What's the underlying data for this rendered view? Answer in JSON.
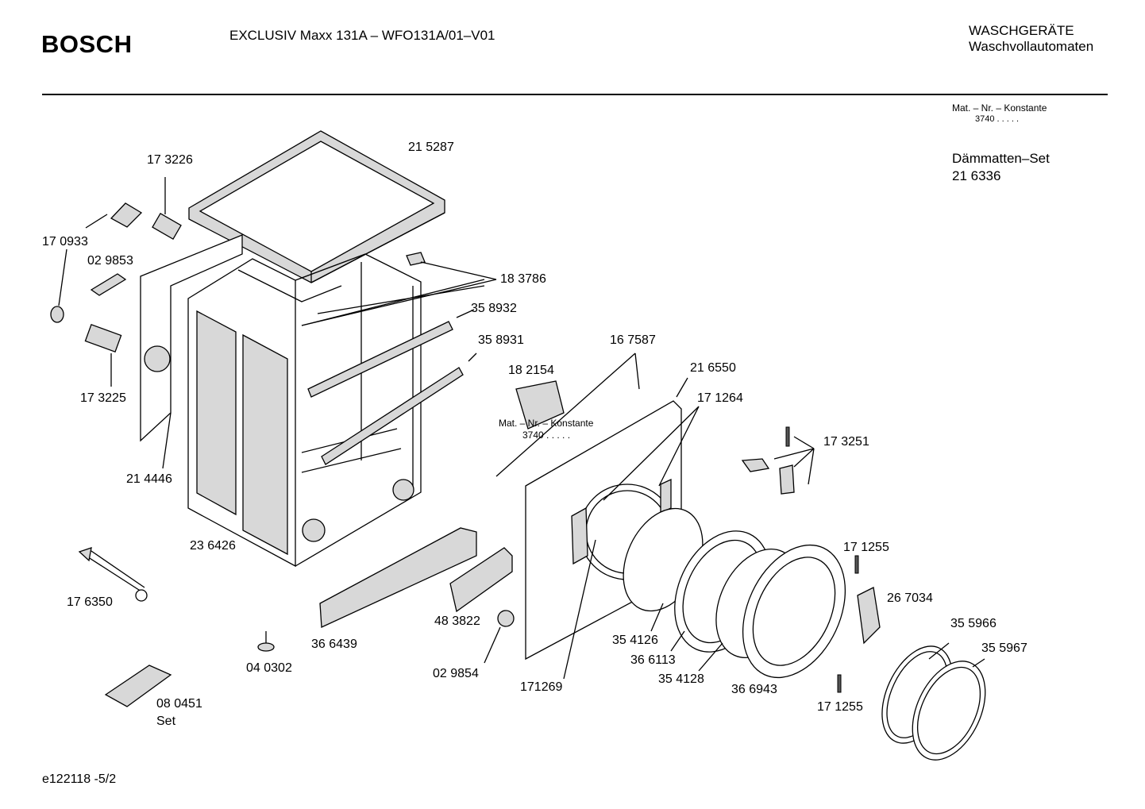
{
  "header": {
    "brand": "BOSCH",
    "model": "EXCLUSIV Maxx 131A – WFO131A/01–V01",
    "category_line1": "WASCHGERÄTE",
    "category_line2": "Waschvollautomaten"
  },
  "notes": {
    "mat_konstante_label": "Mat. – Nr. – Konstante",
    "mat_konstante_value": "3740  .  .  .  .  .",
    "insulation_set_label": "Dämmatten–Set",
    "insulation_set_number": "21 6336",
    "overlay_mat_label": "Mat. – Nr. – Konstante",
    "overlay_mat_value": "3740  .  .  .  .  ."
  },
  "footer": {
    "drawing_id": "e122118 -5/2"
  },
  "parts": [
    {
      "id": "p215287",
      "number": "21 5287"
    },
    {
      "id": "p173226",
      "number": "17 3226"
    },
    {
      "id": "p170933",
      "number": "17 0933"
    },
    {
      "id": "p029853",
      "number": "02 9853"
    },
    {
      "id": "p183786",
      "number": "18 3786"
    },
    {
      "id": "p358932",
      "number": "35 8932"
    },
    {
      "id": "p358931",
      "number": "35 8931"
    },
    {
      "id": "p167587",
      "number": "16 7587"
    },
    {
      "id": "p182154",
      "number": "18 2154"
    },
    {
      "id": "p216550",
      "number": "21 6550"
    },
    {
      "id": "p171264",
      "number": "17 1264"
    },
    {
      "id": "p173251",
      "number": "17 3251"
    },
    {
      "id": "p173225",
      "number": "17 3225"
    },
    {
      "id": "p214446",
      "number": "21 4446"
    },
    {
      "id": "p236426",
      "number": "23 6426"
    },
    {
      "id": "p176350",
      "number": "17 6350"
    },
    {
      "id": "p366439",
      "number": "36 6439"
    },
    {
      "id": "p483822",
      "number": "48 3822"
    },
    {
      "id": "p040302",
      "number": "04 0302"
    },
    {
      "id": "p029854",
      "number": "02 9854"
    },
    {
      "id": "p171269",
      "number": "171269"
    },
    {
      "id": "p354126",
      "number": "35 4126"
    },
    {
      "id": "p366113",
      "number": "36 6113"
    },
    {
      "id": "p354128",
      "number": "35 4128"
    },
    {
      "id": "p366943",
      "number": "36 6943"
    },
    {
      "id": "p171255a",
      "number": "17 1255"
    },
    {
      "id": "p267034",
      "number": "26 7034"
    },
    {
      "id": "p355966",
      "number": "35 5966"
    },
    {
      "id": "p355967",
      "number": "35 5967"
    },
    {
      "id": "p171255b",
      "number": "17 1255"
    },
    {
      "id": "p080451",
      "number": "08 0451"
    },
    {
      "id": "p080451set",
      "number": "Set"
    }
  ]
}
